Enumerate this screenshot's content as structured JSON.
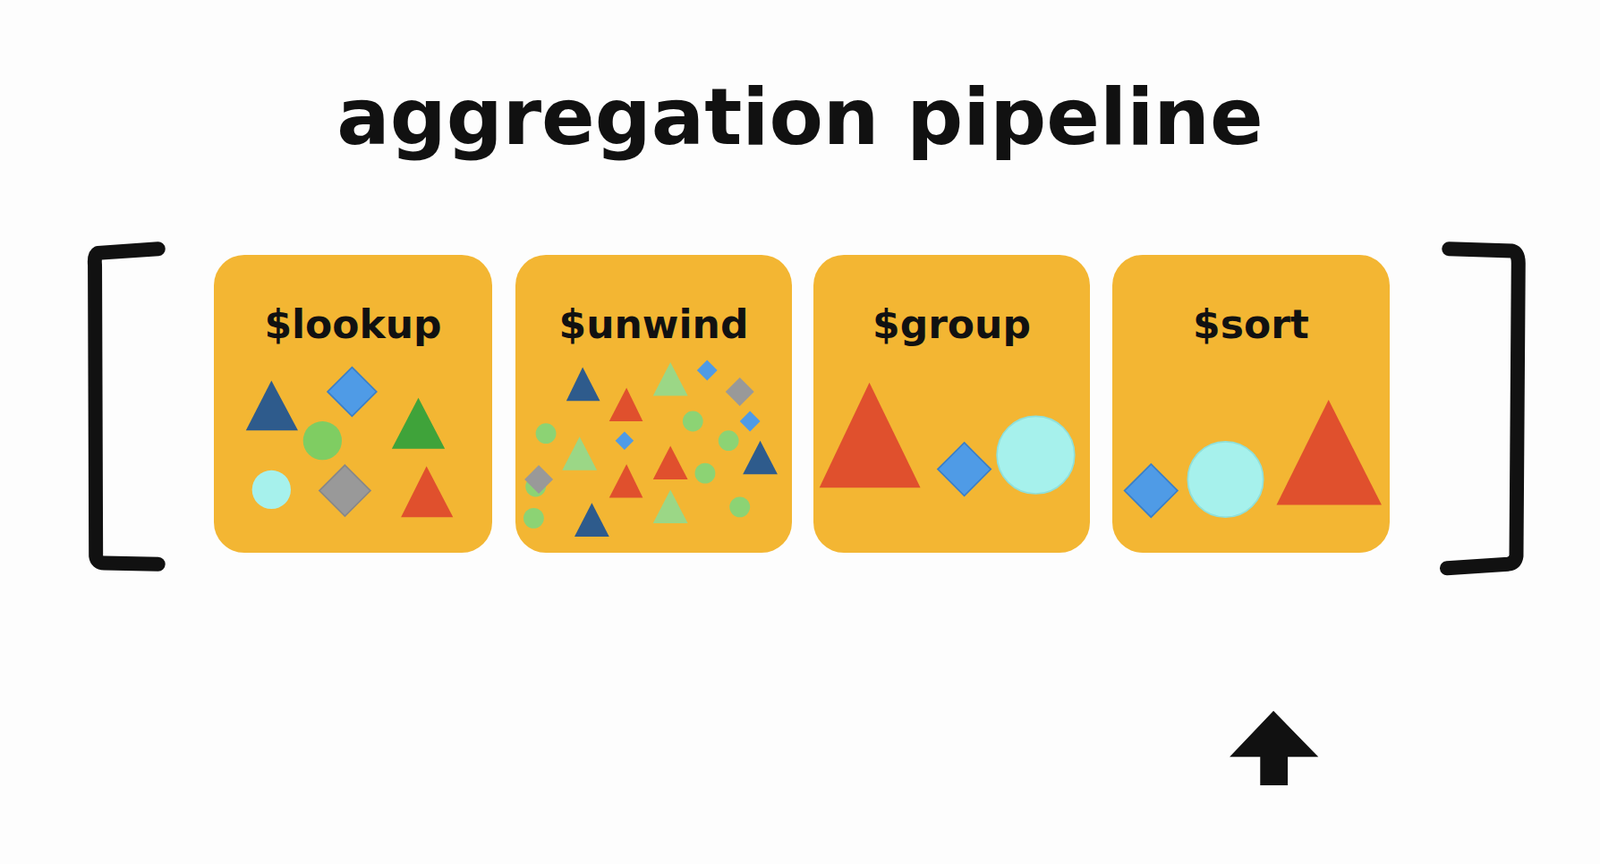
{
  "diagram": {
    "title": "aggregation pipeline",
    "nodes": [
      {
        "text": [
          "$lookup"
        ]
      },
      {
        "text": [
          "$unwind"
        ]
      },
      {
        "text": [
          "$group"
        ]
      },
      {
        "text": [
          "$sort"
        ]
      }
    ]
  }
}
